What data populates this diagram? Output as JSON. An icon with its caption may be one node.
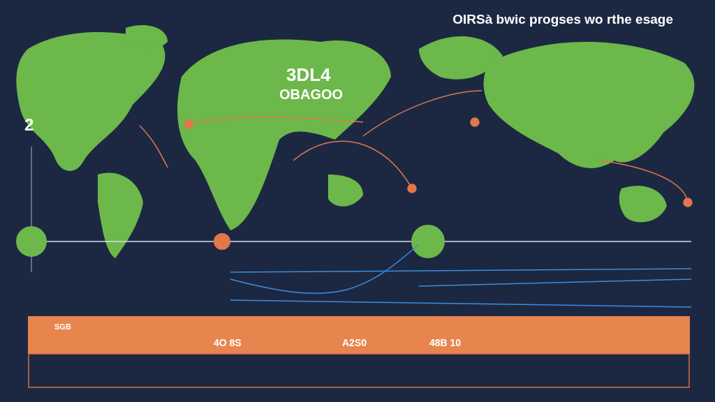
{
  "diagram": {
    "title": "OIRSà bwic progses wo rthe esage",
    "labels": [
      "3DL4",
      "OBAGOO",
      "2",
      "SGB",
      "4O 8S",
      "A2S0",
      "48B 10"
    ]
  }
}
